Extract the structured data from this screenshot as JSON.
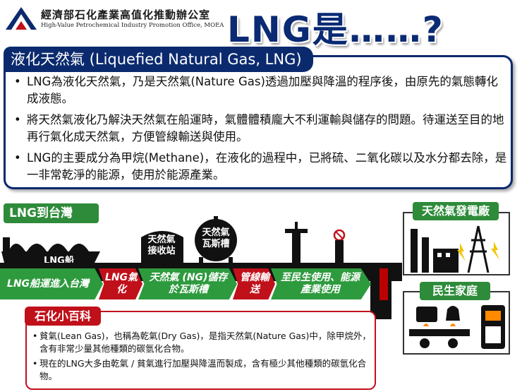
{
  "header": {
    "org_name_zh": "經濟部石化產業高值化推動辦公室",
    "org_name_en": "High-Value Petrochemical Industry Promotion Office, MOEA",
    "headline": "LNG是……?"
  },
  "definition": {
    "title": "液化天然氣 (Liquefied Natural Gas, LNG)",
    "bullets": [
      "LNG為液化天然氣，乃是天然氣(Nature Gas)透過加壓與降溫的程序後，由原先的氣態轉化成液態。",
      "將天然氣液化乃解決天然氣在船運時，氣體體積龐大不利運輸與儲存的問題。待運送至目的地再行氣化成天然氣，方便管線輸送與使用。",
      "LNG的主要成分為甲烷(Methane)，在液化的過程中，已將硫、二氧化碳以及水分都去除，是一非常乾淨的能源，使用於能源產業。"
    ]
  },
  "flow": {
    "title": "LNG到台灣",
    "ship_label": "LNG船",
    "receiving_station": "天然氣接收站",
    "gas_tank": "天然氣瓦斯槽",
    "stages": [
      {
        "label": "LNG船運進入台灣",
        "color": "green"
      },
      {
        "label": "LNG氣化",
        "color": "red"
      },
      {
        "label": "天然氣 (NG)儲存於瓦斯槽",
        "color": "green"
      },
      {
        "label": "管線輸送",
        "color": "red"
      },
      {
        "label": "至民生使用、能源產業使用",
        "color": "green"
      }
    ],
    "power_plant_label": "天然氣發電廠",
    "household_label": "民生家庭"
  },
  "encyclopedia": {
    "title": "石化小百科",
    "items": [
      "貧氣(Lean Gas)，也稱為乾氣(Dry Gas)，是指天然氣(Nature Gas)中，除甲烷外，含有非常少量其他種類的碳氫化合物。",
      "現在的LNG大多由乾氣 / 貧氣進行加壓與降溫而製成，含有極少其他種類的碳氫化合物。"
    ]
  },
  "colors": {
    "navy": "#0b2a6e",
    "green": "#2e8b3a",
    "red": "#c0101a"
  }
}
